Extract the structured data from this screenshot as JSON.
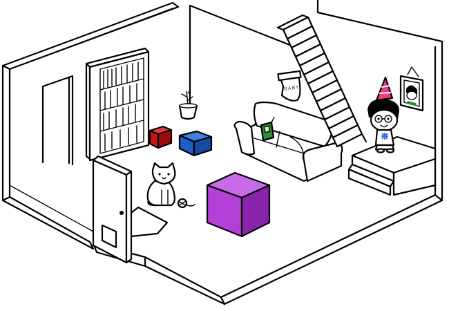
{
  "scene": {
    "view": "isometric-room",
    "stocking_label": "BABY"
  },
  "colors": {
    "background": "#ffffff",
    "line": "#000000",
    "floor": "#ffffff",
    "red_box_front": "#cc1414",
    "red_box_side": "#9c0c0c",
    "red_box_top": "#e83a3a",
    "blue_box_front": "#1f5cc8",
    "blue_box_side": "#174a9e",
    "blue_box_top": "#3f7fe0",
    "purple_box_front": "#b23fd6",
    "purple_box_side": "#8a23ac",
    "purple_box_top": "#c96be6",
    "party_hat": "#ee3b8b",
    "book_green": "#2e8b2e",
    "shirt_symbol": "#3b6fd8"
  },
  "objects": [
    "bookshelf",
    "potted-plant",
    "red-box",
    "blue-box",
    "purple-box",
    "couch",
    "green-book",
    "staircase",
    "stocking",
    "framed-portrait",
    "character-with-party-hat",
    "white-cat",
    "yarn-ball",
    "door",
    "doormat"
  ]
}
